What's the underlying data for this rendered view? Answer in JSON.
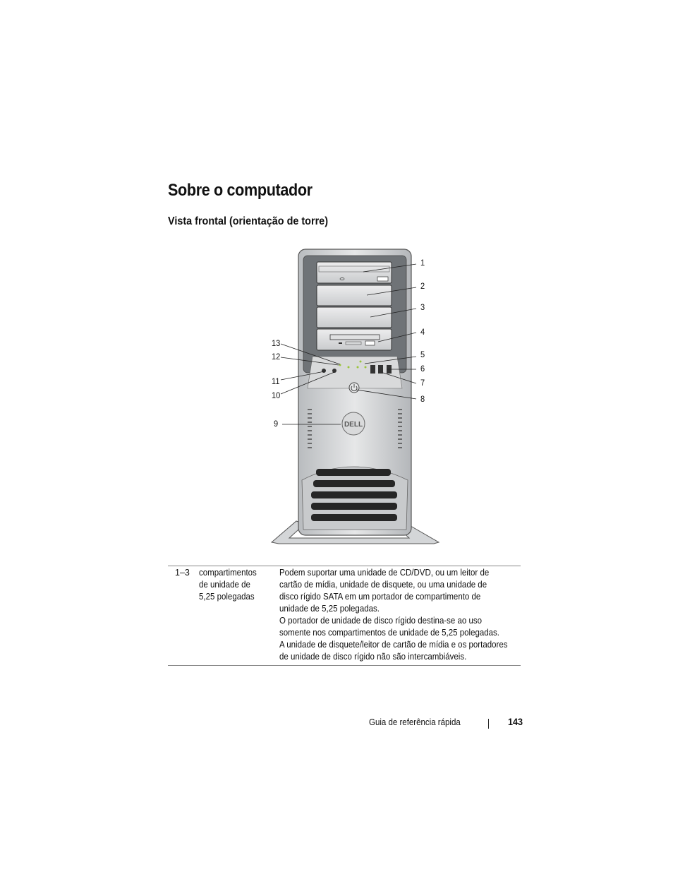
{
  "heading": "Sobre o computador",
  "subheading": "Vista frontal (orientação de torre)",
  "figure": {
    "logo_text": "DELL",
    "callouts": [
      "1",
      "2",
      "3",
      "4",
      "5",
      "6",
      "7",
      "8",
      "9",
      "10",
      "11",
      "12",
      "13"
    ]
  },
  "table": {
    "rows": [
      {
        "number": "1–3",
        "name_lines": [
          "compartimentos",
          "de unidade de",
          "5,25 polegadas"
        ],
        "description_lines": [
          "Podem suportar uma unidade de CD/DVD, ou um leitor de",
          "cartão de mídia, unidade de disquete, ou uma unidade de",
          "disco rígido SATA em um portador de compartimento de",
          "unidade de 5,25 polegadas.",
          "O portador de unidade de disco rígido destina-se ao uso",
          "somente nos compartimentos de unidade de 5,25 polegadas.",
          "A unidade de disquete/leitor de cartão de mídia e os portadores",
          "de unidade de disco rígido não são intercambiáveis."
        ]
      }
    ]
  },
  "footer": {
    "guide_title": "Guia de referência rápida",
    "page_number": "143"
  }
}
